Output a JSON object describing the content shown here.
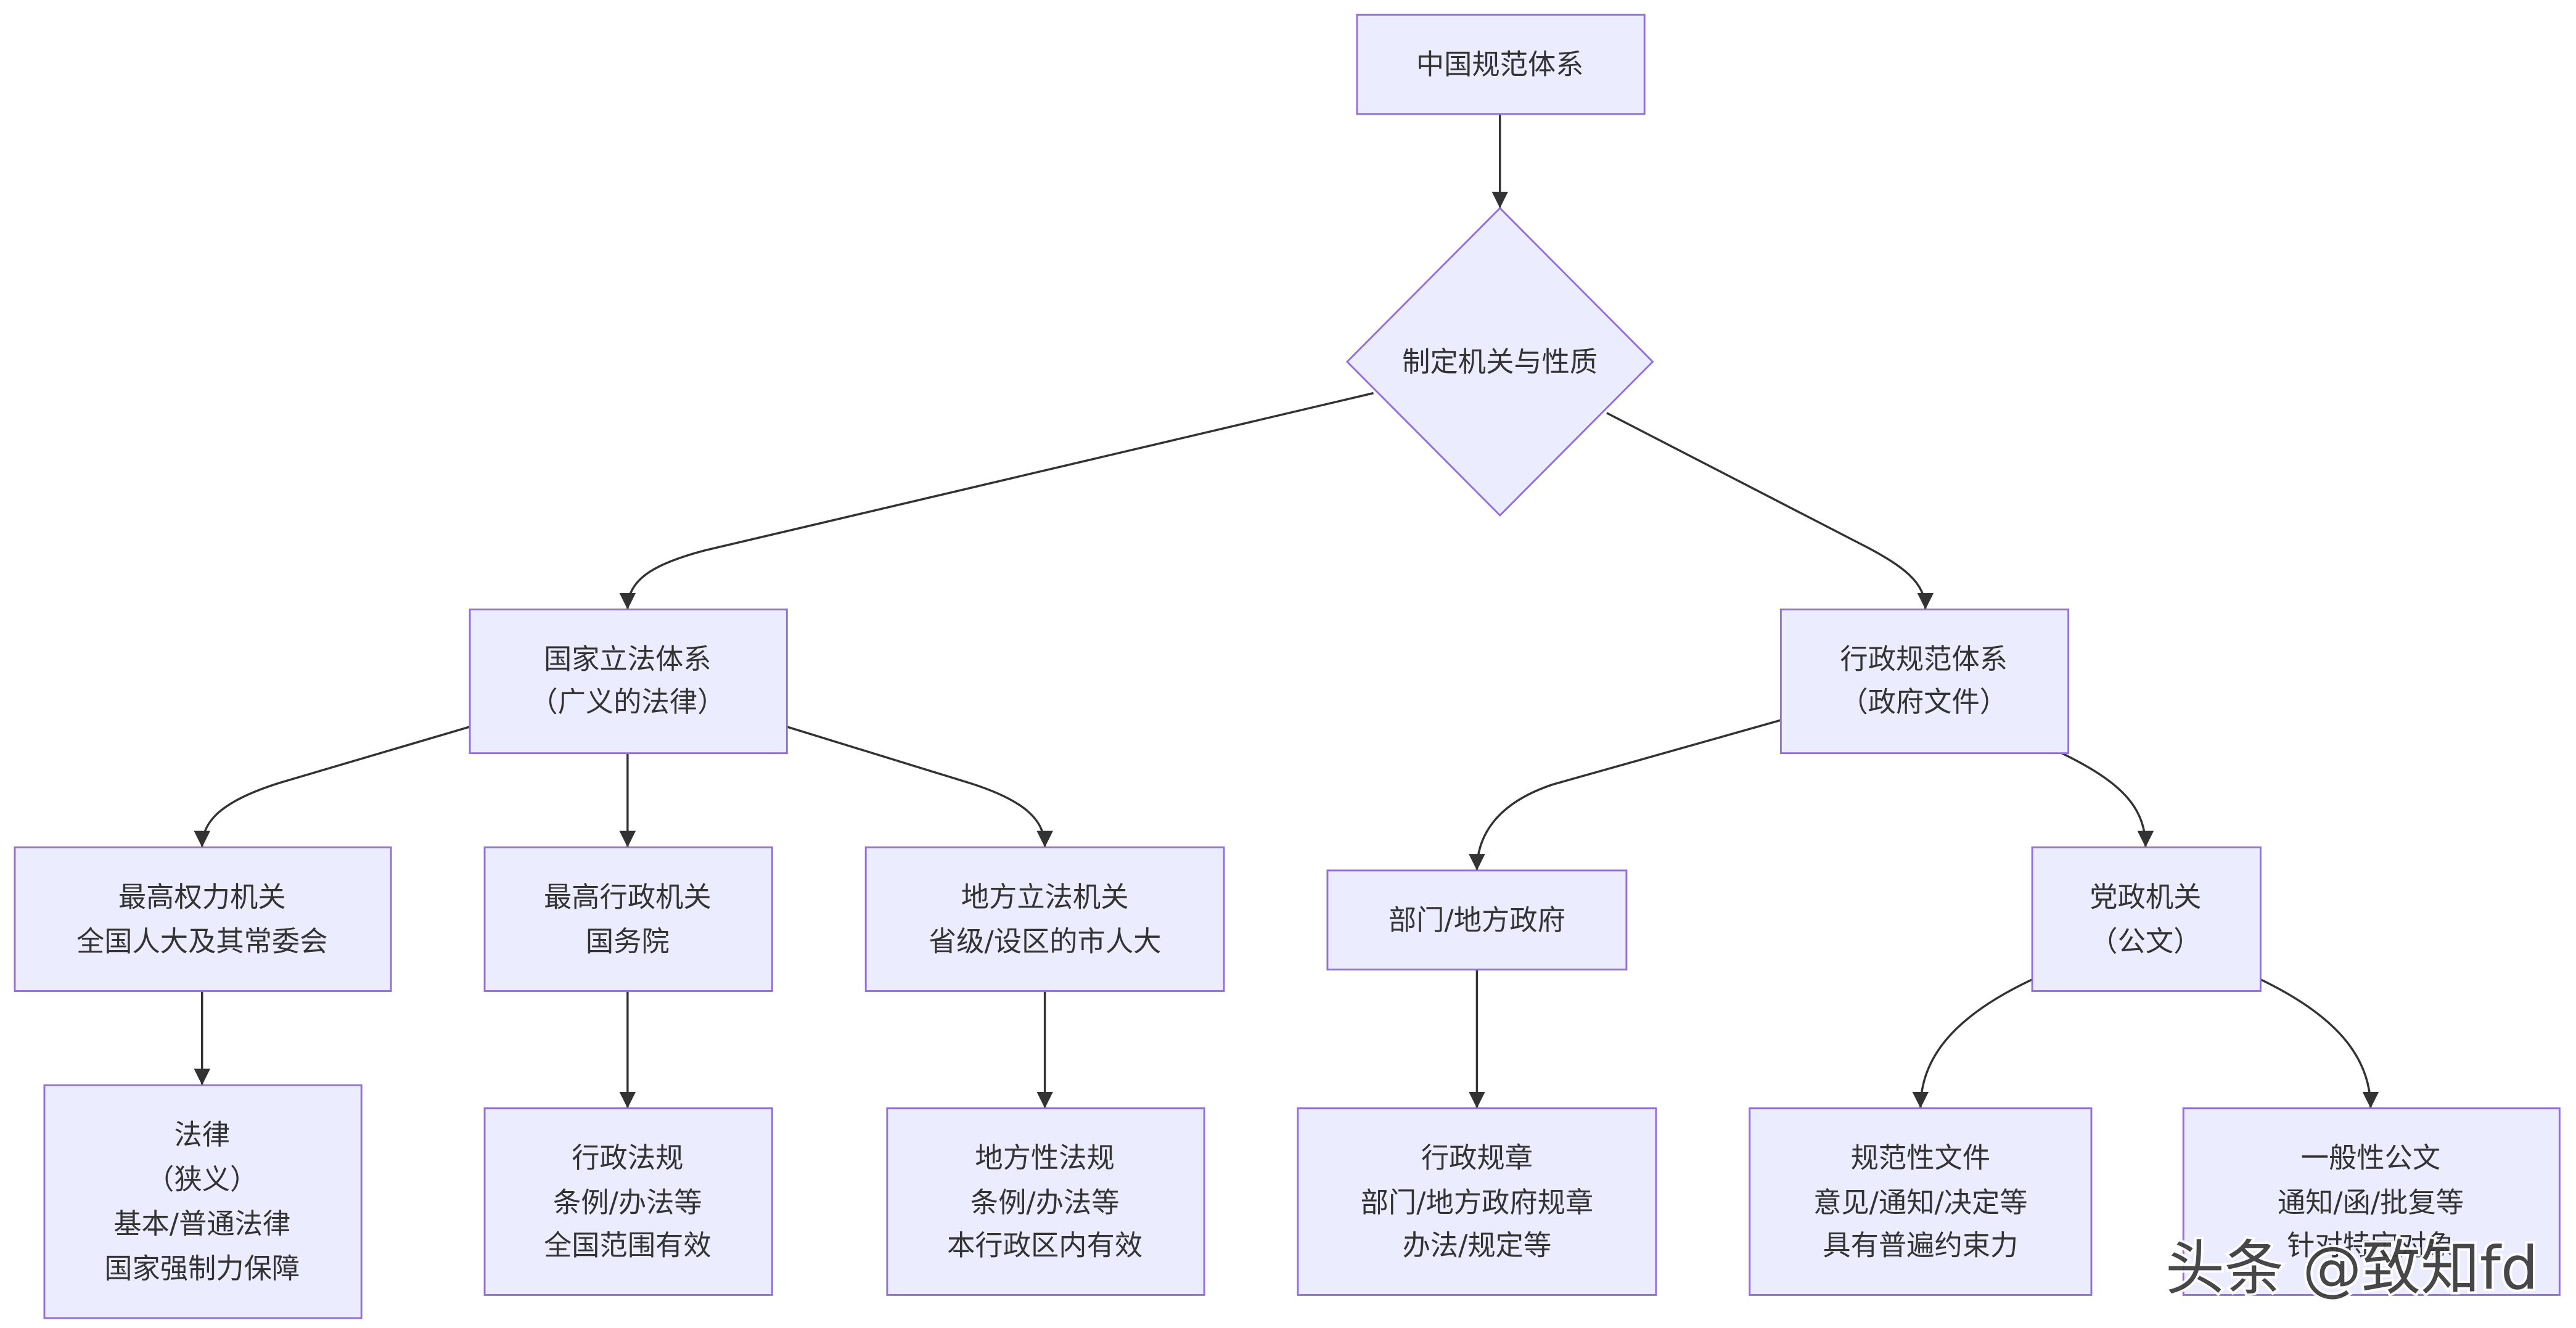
{
  "colors": {
    "node_fill": "#ECECFF",
    "node_stroke": "#9370DB",
    "edge": "#333333",
    "text": "#333333"
  },
  "nodes": {
    "root": {
      "lines": [
        "中国规范体系"
      ]
    },
    "decision": {
      "lines": [
        "制定机关与性质"
      ]
    },
    "national_legislation": {
      "lines": [
        "国家立法体系",
        "（广义的法律）"
      ]
    },
    "administrative_norms": {
      "lines": [
        "行政规范体系",
        "（政府文件）"
      ]
    },
    "supreme_power": {
      "lines": [
        "最高权力机关",
        "全国人大及其常委会"
      ]
    },
    "supreme_admin": {
      "lines": [
        "最高行政机关",
        "国务院"
      ]
    },
    "local_legislature": {
      "lines": [
        "地方立法机关",
        "省级/设区的市人大"
      ]
    },
    "dept_local_gov": {
      "lines": [
        "部门/地方政府"
      ]
    },
    "party_gov": {
      "lines": [
        "党政机关",
        "（公文）"
      ]
    },
    "law": {
      "lines": [
        "法律",
        "（狭义）",
        "基本/普通法律",
        "国家强制力保障"
      ]
    },
    "admin_regulations": {
      "lines": [
        "行政法规",
        "条例/办法等",
        "全国范围有效"
      ]
    },
    "local_regulations": {
      "lines": [
        "地方性法规",
        "条例/办法等",
        "本行政区内有效"
      ]
    },
    "admin_rules": {
      "lines": [
        "行政规章",
        "部门/地方政府规章",
        "办法/规定等"
      ]
    },
    "normative_docs": {
      "lines": [
        "规范性文件",
        "意见/通知/决定等",
        "具有普遍约束力"
      ]
    },
    "general_docs": {
      "lines": [
        "一般性公文",
        "通知/函/批复等",
        "针对特定对象"
      ]
    }
  },
  "watermark": {
    "text": "头条 @致知fd"
  }
}
